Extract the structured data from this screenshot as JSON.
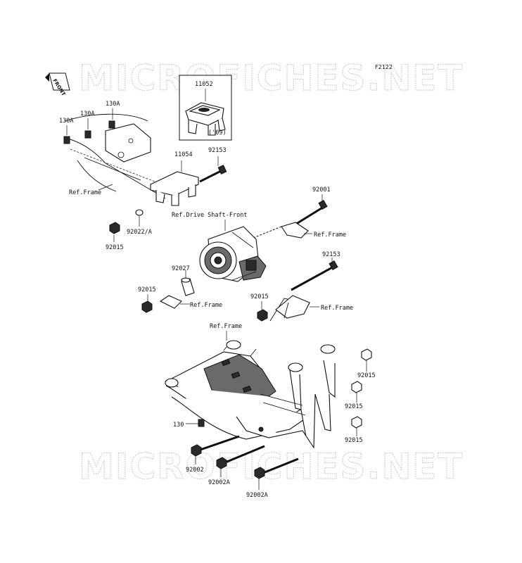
{
  "watermark": "MICROFICHES.NET",
  "figure_id": "F2122",
  "front_label": "FRONT",
  "box_part": "11052",
  "box_note": "('09)",
  "labels": {
    "p130a_1": "130A",
    "p130a_2": "130A",
    "p130a_3": "130A",
    "p11054": "11054",
    "p92153_top": "92153",
    "ref_frame_1": "Ref.Frame",
    "p92022a": "92022/A",
    "p92015_1": "92015",
    "drive_shaft": "Ref.Drive Shaft-Front",
    "p92001": "92001",
    "ref_frame_2": "Ref.Frame",
    "p92153_mid": "92153",
    "p92027": "92027",
    "p92015_2": "92015",
    "ref_frame_3": "Ref.Frame",
    "p92015_3": "92015",
    "ref_frame_4": "Ref.Frame",
    "ref_frame_5": "Ref.Frame",
    "p92015_4": "92015",
    "p92015_5": "92015",
    "p92015_6": "92015",
    "p130": "130",
    "p92002": "92002",
    "p92002a_1": "92002A",
    "p92002a_2": "92002A"
  }
}
